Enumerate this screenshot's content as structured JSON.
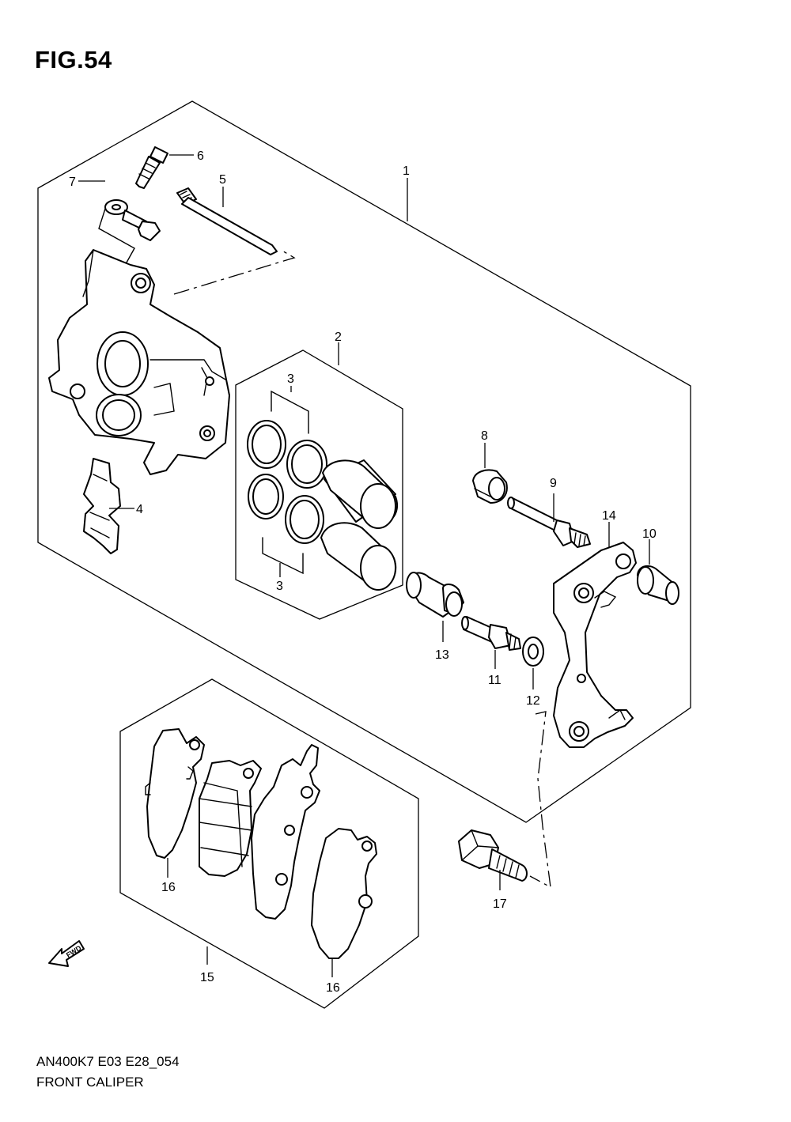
{
  "figure": {
    "title": "FIG.54"
  },
  "footer": {
    "code": "AN400K7 E03 E28_054",
    "name": "FRONT CALIPER"
  },
  "fwd_label": "FWD",
  "callouts": {
    "c1": "1",
    "c2": "2",
    "c3a": "3",
    "c3b": "3",
    "c4": "4",
    "c5": "5",
    "c6": "6",
    "c7": "7",
    "c8": "8",
    "c9": "9",
    "c10": "10",
    "c11": "11",
    "c12": "12",
    "c13": "13",
    "c14": "14",
    "c15": "15",
    "c16a": "16",
    "c16b": "16",
    "c17": "17"
  }
}
